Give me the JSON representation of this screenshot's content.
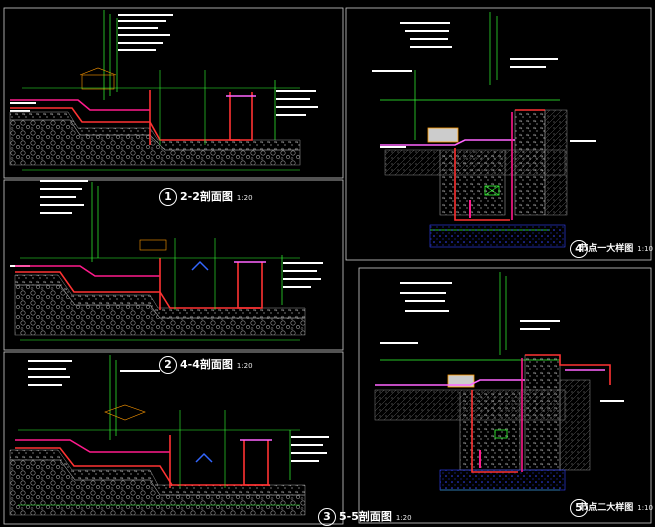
{
  "drawing": {
    "background": "#000000",
    "colors": {
      "frame": "#cfcfcf",
      "dimension": "#33ff33",
      "annotation": "#ffffff",
      "membrane": "#ff1a8c",
      "structure": "#ff3333",
      "wall": "#ff66ff",
      "water": "#3366ff",
      "hatch": "#9a9a9a",
      "accent": "#ff9900"
    },
    "sections": [
      {
        "id": "s1",
        "number": "1",
        "title": "2-2剖面图",
        "scale": "1:20"
      },
      {
        "id": "s2",
        "number": "2",
        "title": "4-4剖面图",
        "scale": "1:20"
      },
      {
        "id": "s3",
        "number": "3",
        "title": "5-5剖面图",
        "scale": "1:20"
      },
      {
        "id": "s4",
        "number": "4",
        "title": "节点一大样图",
        "scale": "1:10"
      },
      {
        "id": "s5",
        "number": "5",
        "title": "节点二大样图",
        "scale": "1:10"
      }
    ]
  }
}
